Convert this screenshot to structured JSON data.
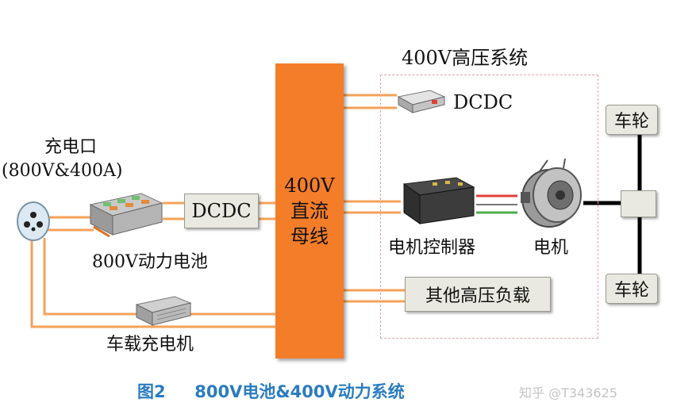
{
  "hv_system_title": "400V高压系统",
  "charging_port": {
    "line1": "充电口",
    "line2": "(800V&400A)"
  },
  "battery_label": "800V动力电池",
  "dcdc_left": "DCDC",
  "onboard_charger_label": "车载充电机",
  "bus": {
    "line1": "400V",
    "line2": "直流",
    "line3": "母线"
  },
  "dcdc_right": "DCDC",
  "motor_controller_label": "电机控制器",
  "motor_label": "电机",
  "other_loads_label": "其他高压负载",
  "wheel_top": "车轮",
  "wheel_bottom": "车轮",
  "caption": {
    "fig": "图2",
    "text": "800V电池&400V动力系统"
  },
  "watermark": "知乎 @T343625",
  "colors": {
    "wire_orange": "#f4a25a",
    "bus_orange": "#f47d2a",
    "caption_blue": "#2a7cc0",
    "frame_pink": "#e8a0aa"
  }
}
